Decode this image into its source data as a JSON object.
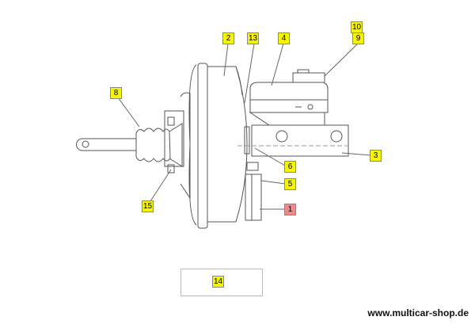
{
  "labels": {
    "l1": "1",
    "l2": "2",
    "l3": "3",
    "l4": "4",
    "l5": "5",
    "l6": "6",
    "l8": "8",
    "l9": "9",
    "l10": "10",
    "l13": "13",
    "l14": "14",
    "l15": "15"
  },
  "colors": {
    "label_highlight": "#f5f500",
    "label_selected": "#f08a8a"
  },
  "website": "www.multicar-shop.de"
}
